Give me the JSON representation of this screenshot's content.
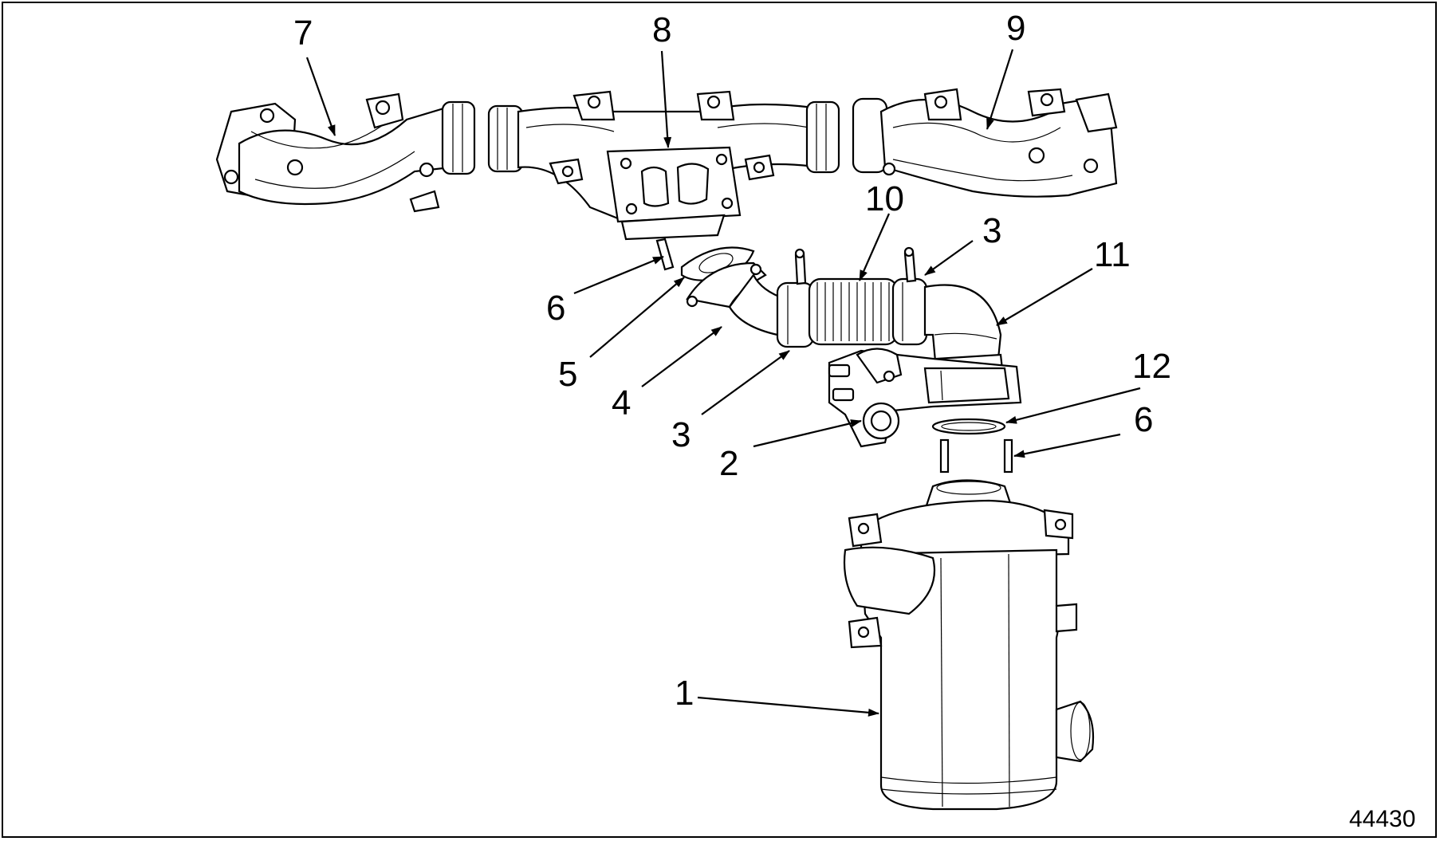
{
  "figure_number": "44430",
  "callouts": {
    "c1": "1",
    "c2": "2",
    "c3a": "3",
    "c3b": "3",
    "c4": "4",
    "c5": "5",
    "c6a": "6",
    "c6b": "6",
    "c7": "7",
    "c8": "8",
    "c9": "9",
    "c10": "10",
    "c11": "11",
    "c12": "12"
  }
}
